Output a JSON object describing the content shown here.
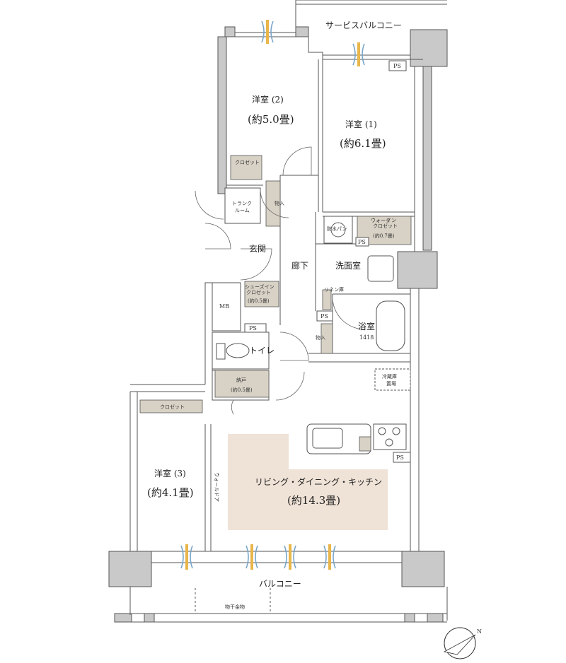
{
  "rooms": {
    "bedroom2": {
      "name": "洋室 (2)",
      "size": "(約5.0畳)"
    },
    "bedroom1": {
      "name": "洋室 (1)",
      "size": "(約6.1畳)"
    },
    "bedroom3": {
      "name": "洋室 (3)",
      "size": "(約4.1畳)"
    },
    "ldk": {
      "name": "リビング・ダイニング・キッチン",
      "size": "(約14.3畳)"
    },
    "bath": {
      "name": "浴室",
      "model": "1418"
    },
    "washroom": "洗面室",
    "hallway": "廊下",
    "entrance": "玄関",
    "toilet": "トイレ",
    "mb": "MB"
  },
  "storage": {
    "closet": "クロゼット",
    "trunk_room": [
      "トランク",
      "ルーム"
    ],
    "wic_label": [
      "ウォーク",
      "イン",
      "クロゼット"
    ],
    "wic_size": "(約0.7畳)",
    "shoes_in_label": [
      "シューズイン",
      "クロゼット"
    ],
    "shoes_in_size": "(約0.5畳)",
    "storage_room_label": "納戸",
    "storage_room_size": "(約0.5畳)",
    "linen": "リネン庫",
    "mono_ire": "物入"
  },
  "fixtures": {
    "waterproof_pan": "防水パン",
    "fridge": [
      "冷蔵庫",
      "置場"
    ],
    "ps": "PS",
    "wall_door": "ウォールドア"
  },
  "exterior": {
    "service_balcony": "サービスバルコニー",
    "balcony": "バルコニー",
    "drying_hardware": "物干金物",
    "north": "N"
  },
  "colors": {
    "wall": "#c9c9c9",
    "storage_fill": "#d8d2c6",
    "ldk_highlight": "#efe2d6",
    "window_yellow": "#e8b64a",
    "window_blue": "#7aa7c8"
  }
}
